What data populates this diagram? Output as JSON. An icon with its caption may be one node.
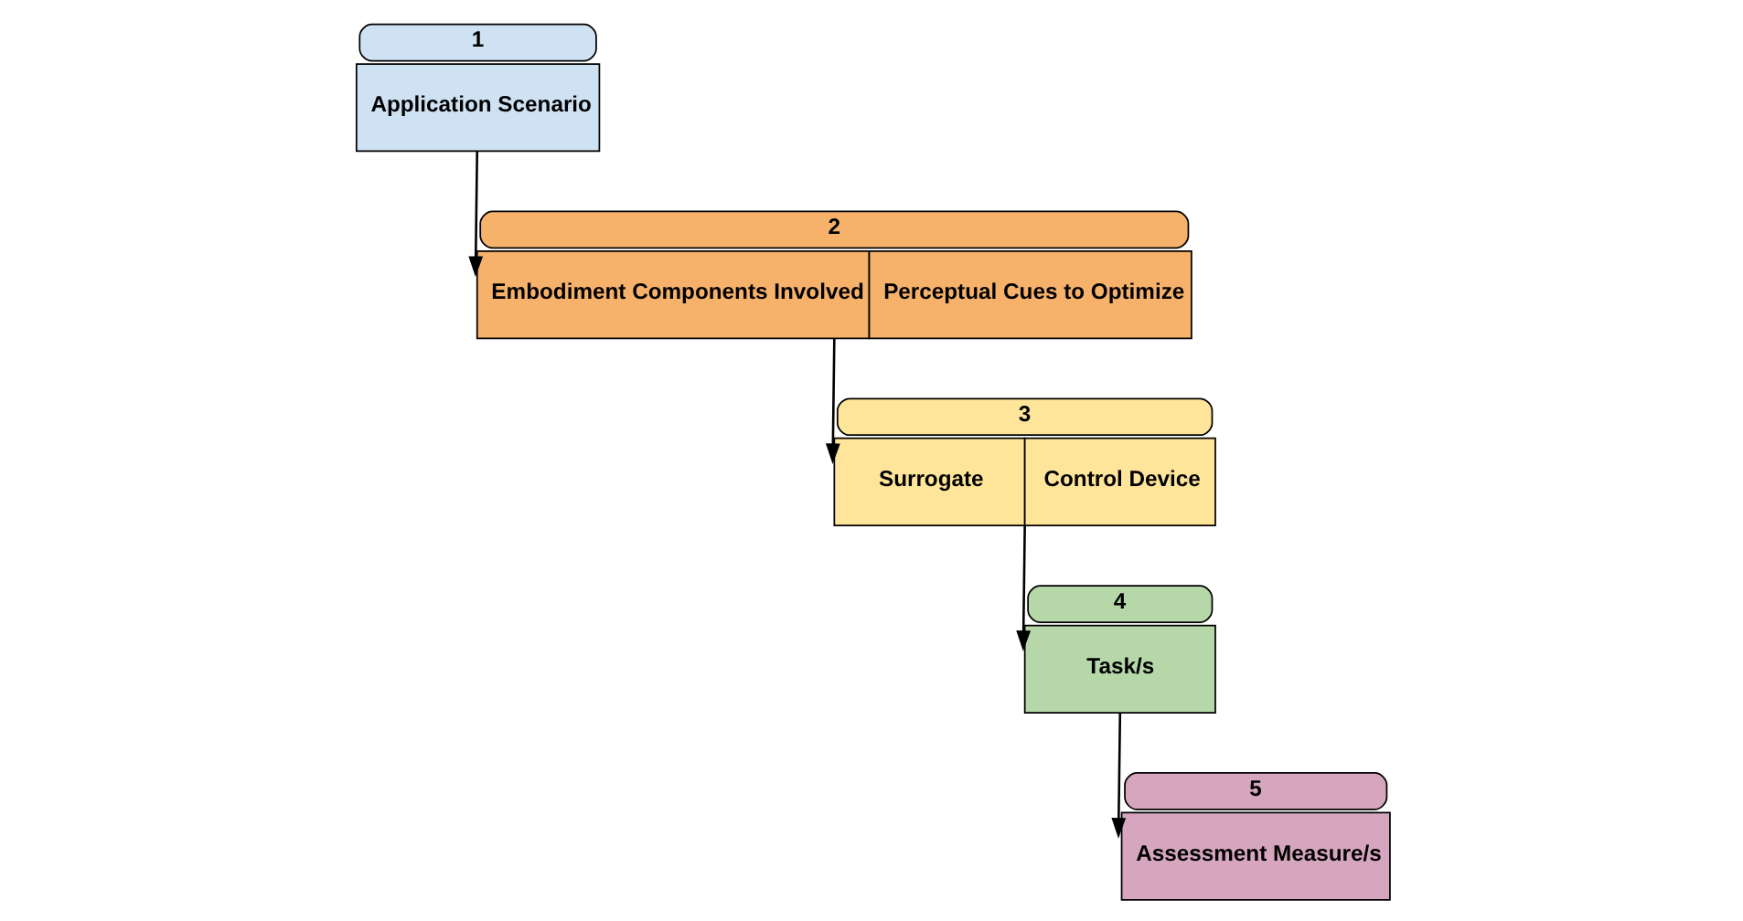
{
  "diagram": {
    "nodes": [
      {
        "text": [
          "1",
          "Application Scenario"
        ]
      },
      {
        "text": [
          "2",
          "Embodiment Components Involved",
          "Perceptual Cues to Optimize"
        ]
      },
      {
        "text": [
          "3",
          "Surrogate",
          "Control Device"
        ]
      },
      {
        "text": [
          "4",
          "Task/s"
        ]
      },
      {
        "text": [
          "5",
          "Assessment Measure/s"
        ]
      }
    ],
    "edges": [
      {
        "from": 0,
        "to": 1,
        "arrow": "to"
      },
      {
        "from": 1,
        "to": 2,
        "arrow": "to"
      },
      {
        "from": 2,
        "to": 3,
        "arrow": "to"
      },
      {
        "from": 3,
        "to": 4,
        "arrow": "to"
      }
    ]
  }
}
